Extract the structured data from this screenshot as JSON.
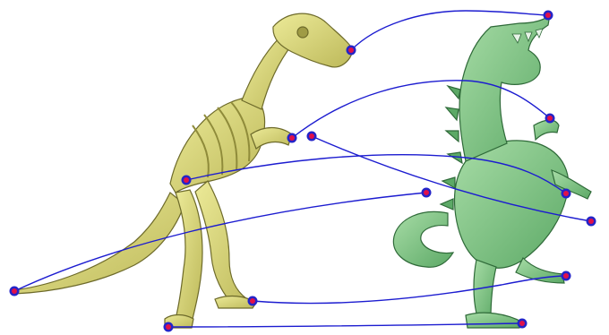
{
  "figure": {
    "background": "#ffffff",
    "left_model": {
      "name": "skeleton-dinosaur",
      "color": "#dcd878",
      "shade": "#a9a548",
      "outline": "#6d6a2a"
    },
    "right_model": {
      "name": "green-dinosaur",
      "color": "#86c98a",
      "shade": "#4f9a5a",
      "outline": "#2f6a39"
    },
    "correspondence_line_color": "#1c1cd0",
    "marker_fill": "#e0104a",
    "marker_ring": "#2424c8",
    "correspondences": [
      {
        "id": "head"
      },
      {
        "id": "front-claw"
      },
      {
        "id": "hand"
      },
      {
        "id": "hip"
      },
      {
        "id": "back"
      },
      {
        "id": "tail-tip"
      },
      {
        "id": "foot-front"
      },
      {
        "id": "foot-back"
      }
    ]
  }
}
